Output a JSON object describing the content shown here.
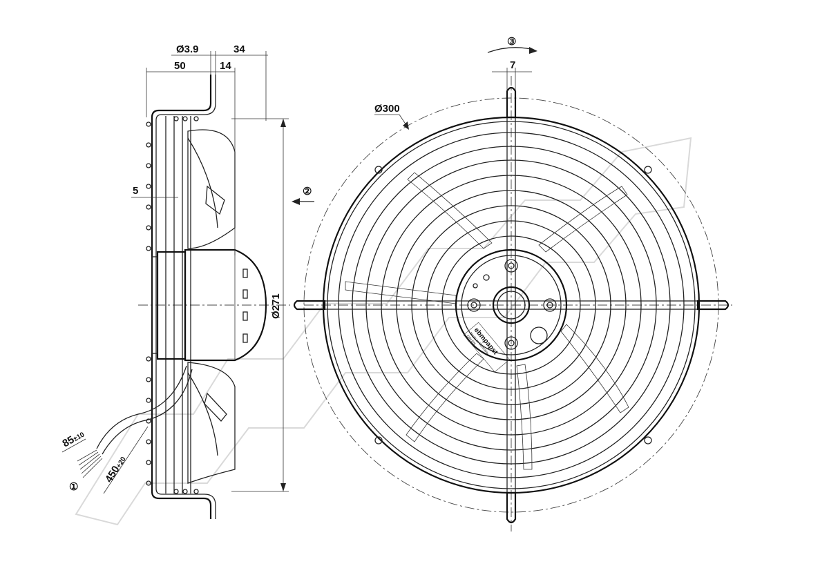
{
  "dimensions": {
    "d_hole": "Ø3.9",
    "w34": "34",
    "w50": "50",
    "w14": "14",
    "w5": "5",
    "d271": "Ø271",
    "d300": "Ø300",
    "w7": "7",
    "cable_85": "85",
    "cable_85_tol": "±10",
    "cable_450": "450",
    "cable_450_tol": "+20"
  },
  "callouts": {
    "c1": "①",
    "c2": "②",
    "c3": "③"
  },
  "label": {
    "brand": "ebmpapst",
    "line1": "Made in Germany",
    "line2": "DIN EN"
  }
}
